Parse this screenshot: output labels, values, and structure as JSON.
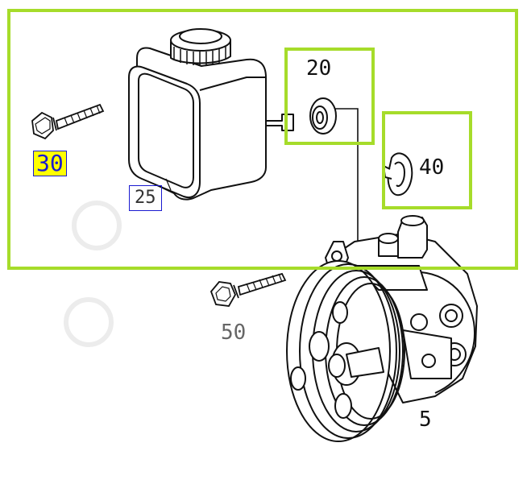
{
  "colors": {
    "frame": "#a6dc2a",
    "highlight_fill": "#ffff00",
    "highlight_border": "#1a1ad0",
    "line_art": "#111111",
    "watermark": "#e8e8e8"
  },
  "callouts": {
    "c20": "20",
    "c40": "40",
    "c30": "30",
    "c25": "25",
    "c50": "50",
    "c5": "5"
  },
  "parts": [
    {
      "id": "5",
      "name_icon": "power-steering-pump-icon"
    },
    {
      "id": "20",
      "name_icon": "seal-ring-icon"
    },
    {
      "id": "25",
      "name_icon": "reservoir-tank-icon"
    },
    {
      "id": "30",
      "name_icon": "bolt-icon"
    },
    {
      "id": "40",
      "name_icon": "hose-clamp-icon"
    },
    {
      "id": "50",
      "name_icon": "bolt-icon"
    }
  ]
}
